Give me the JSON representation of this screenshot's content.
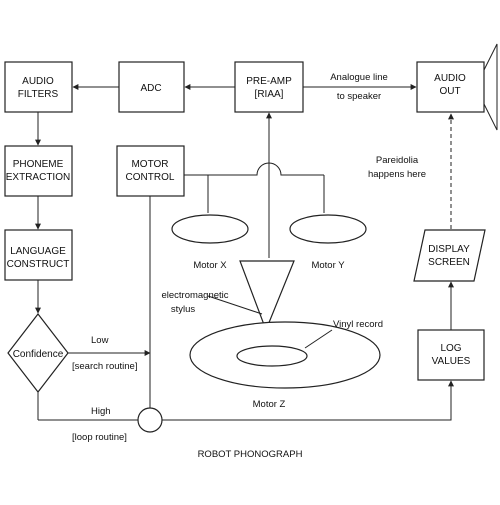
{
  "blocks": {
    "audio_filters": [
      "AUDIO",
      "FILTERS"
    ],
    "adc": [
      "ADC"
    ],
    "pre_amp": [
      "PRE-AMP",
      "[RIAA]"
    ],
    "audio_out": [
      "AUDIO",
      "OUT"
    ],
    "phoneme_extraction": [
      "PHONEME",
      "EXTRACTION"
    ],
    "motor_control": [
      "MOTOR",
      "CONTROL"
    ],
    "language_construct": [
      "LANGUAGE",
      "CONSTRUCT"
    ],
    "confidence": [
      "Confidence"
    ],
    "display_screen": [
      "DISPLAY",
      "SCREEN"
    ],
    "log_values": [
      "LOG",
      "VALUES"
    ]
  },
  "labels": {
    "analogue_line": [
      "Analogue line",
      "to speaker"
    ],
    "pareidolia": [
      "Pareidolia",
      "happens here"
    ],
    "motor_x": "Motor X",
    "motor_y": "Motor Y",
    "motor_z": "Motor Z",
    "stylus": [
      "electromagnetic",
      "stylus"
    ],
    "vinyl": "Vinyl record",
    "low": "Low",
    "search_routine": "[search routine]",
    "high": "High",
    "loop_routine": "[loop routine]",
    "caption": "ROBOT PHONOGRAPH"
  }
}
